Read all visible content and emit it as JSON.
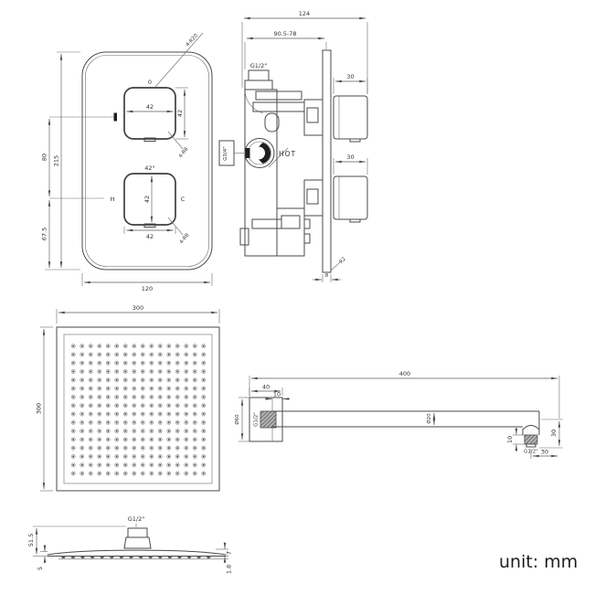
{
  "unit_note": "unit: mm",
  "valve_front": {
    "plate_corner_label": "4-R20",
    "dim_height": "215",
    "dim_knob_spacing": "80",
    "dim_bottom_offset": "67.5",
    "dim_width": "120",
    "top_knob": {
      "position_label": "0",
      "dim_width": "42",
      "dim_height": "42",
      "corner_label": "4-R8"
    },
    "bottom_knob": {
      "position_label": "42°",
      "hot_label": "H",
      "cold_label": "C",
      "dim_width": "42",
      "dim_height": "42",
      "corner_label": "4-R8"
    }
  },
  "valve_side": {
    "dim_total_depth": "124",
    "dim_body_depth": "90.5-78",
    "top_outlet_label": "G1/2\"",
    "inlet_label": "G3/4\"",
    "hot_label": "HOT",
    "dim_top_knob_depth": "30",
    "dim_bottom_knob_depth": "30",
    "dim_plate_thickness": "8",
    "plate_edge_label": "R2"
  },
  "head_front": {
    "dim_width": "300",
    "dim_height": "300"
  },
  "head_side": {
    "connector_label": "G1/2\"",
    "dim_height": "51.5",
    "dim_edge_height": "5",
    "dim_body_height": "7",
    "dim_face_thickness": "1.8"
  },
  "arm": {
    "dim_length": "400",
    "dim_flange_depth": "40",
    "dim_cap_depth": "10",
    "dim_flange_dia": "Ø60",
    "flange_thread_label": "G1/2\"",
    "dim_tube_dia": "Ø20",
    "dim_drop_height": "30",
    "dim_thread_length": "10",
    "thread_label": "G1/2\"",
    "dim_drop_offset": "30"
  }
}
